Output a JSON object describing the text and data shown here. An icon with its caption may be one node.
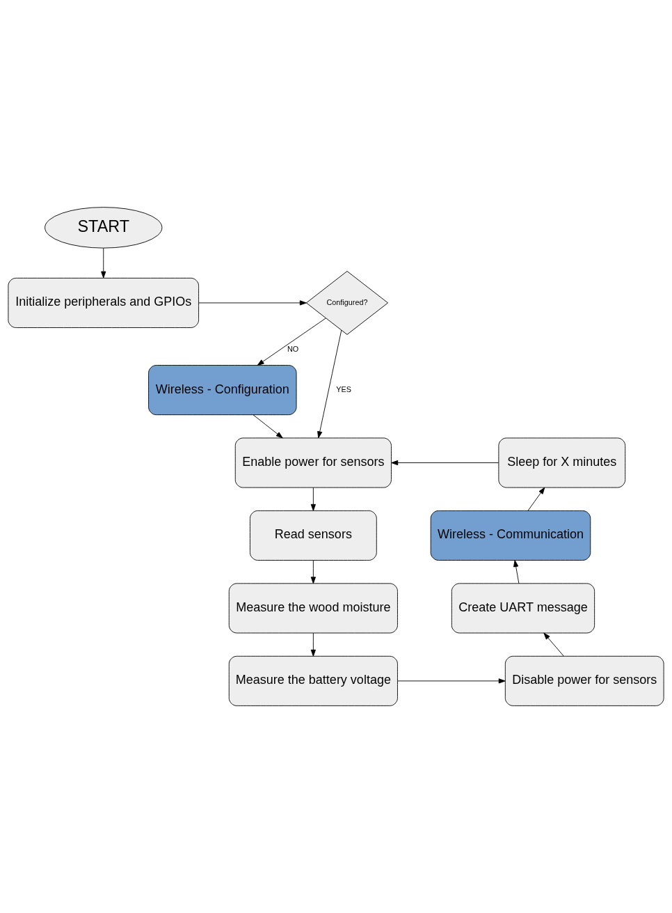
{
  "diagram": {
    "nodes": [
      {
        "text": [
          "START"
        ]
      },
      {
        "text": [
          "Initialize peripherals and GPIOs"
        ]
      },
      {
        "text": [
          "Configured?"
        ]
      },
      {
        "text": [
          "Wireless - Configuration"
        ]
      },
      {
        "text": [
          "Enable power for sensors"
        ]
      },
      {
        "text": [
          "Sleep for X minutes"
        ]
      },
      {
        "text": [
          "Read sensors"
        ]
      },
      {
        "text": [
          "Wireless - Communication"
        ]
      },
      {
        "text": [
          "Measure the wood moisture"
        ]
      },
      {
        "text": [
          "Create UART message"
        ]
      },
      {
        "text": [
          "Measure the battery voltage"
        ]
      },
      {
        "text": [
          "Disable power for sensors"
        ]
      }
    ],
    "edges": [
      {
        "from": 0,
        "to": 1,
        "arrow": "to"
      },
      {
        "from": 1,
        "to": 2,
        "arrow": "to"
      },
      {
        "from": 2,
        "to": 4,
        "arrow": "to",
        "label": "YES"
      },
      {
        "from": 2,
        "to": 3,
        "arrow": "to",
        "label": "NO"
      },
      {
        "from": 3,
        "to": 4,
        "arrow": "to"
      },
      {
        "from": 5,
        "to": 4,
        "arrow": "to"
      },
      {
        "from": 4,
        "to": 6,
        "arrow": "to"
      },
      {
        "from": 6,
        "to": 8,
        "arrow": "to"
      },
      {
        "from": 8,
        "to": 10,
        "arrow": "to"
      },
      {
        "from": 10,
        "to": 11,
        "arrow": "to"
      },
      {
        "from": 11,
        "to": 9,
        "arrow": "to"
      },
      {
        "from": 9,
        "to": 7,
        "arrow": "to"
      },
      {
        "from": 7,
        "to": 5,
        "arrow": "to"
      }
    ]
  }
}
